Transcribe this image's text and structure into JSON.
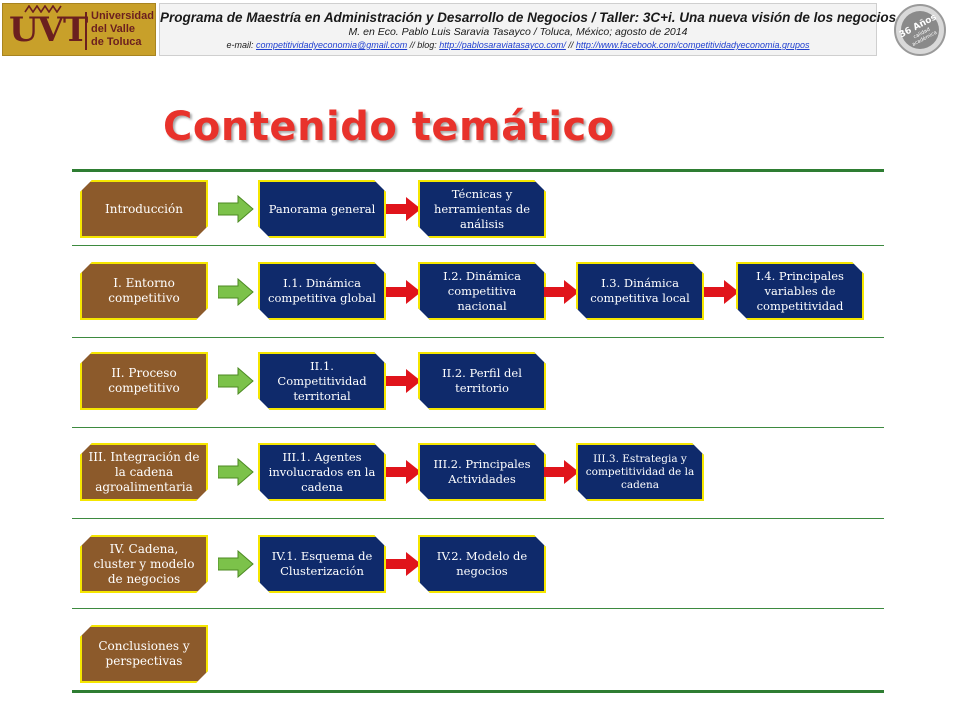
{
  "header": {
    "logo": {
      "mark": "UVT",
      "name_lines": [
        "Universidad",
        "del Valle",
        "de Toluca"
      ]
    },
    "title_line1": "Programa de Maestría en Administración y Desarrollo de Negocios / Taller: 3C+i. Una nueva visión de los negocios",
    "title_line2": "M. en Eco. Pablo Luis Saravia Tasayco / Toluca, México; agosto de 2014",
    "email_label": "e-mail:",
    "email": "competitividadyeconomia@gmail.com",
    "sep1": "// blog:",
    "blog": "http://pablosaraviatasayco.com/",
    "sep2": "//",
    "facebook": "http://www.facebook.com/competitividadyeconomia.grupos",
    "seal": {
      "line1": "36 Años",
      "line2": "calidad",
      "line3": "académica"
    }
  },
  "main_title": "Contenido temático",
  "colors": {
    "brown": "#8c5a2b",
    "navy": "#0f2a6b",
    "border": "#f5e600",
    "green_arrow": "#7cc24a",
    "red_arrow": "#e0141b",
    "title": "#e8322b",
    "line": "#2e7d32"
  },
  "rows": [
    {
      "section": "Introducción",
      "items": [
        "Panorama general",
        "Técnicas y herramientas de análisis"
      ]
    },
    {
      "section": "I. Entorno competitivo",
      "items": [
        "I.1. Dinámica competitiva global",
        "I.2. Dinámica competitiva nacional",
        "I.3. Dinámica competitiva local",
        "I.4. Principales variables de competitividad"
      ]
    },
    {
      "section": "II. Proceso competitivo",
      "items": [
        "II.1. Competitividad territorial",
        "II.2. Perfil del territorio"
      ]
    },
    {
      "section": "III. Integración de la cadena agroalimentaria",
      "items": [
        "III.1. Agentes involucrados en la cadena",
        "III.2. Principales Actividades",
        "III.3. Estrategia y competitividad de la cadena"
      ]
    },
    {
      "section": "IV. Cadena, cluster y modelo de negocios",
      "items": [
        "IV.1. Esquema de Clusterización",
        "IV.2. Modelo de negocios"
      ]
    },
    {
      "section": "Conclusiones y perspectivas",
      "items": []
    }
  ]
}
